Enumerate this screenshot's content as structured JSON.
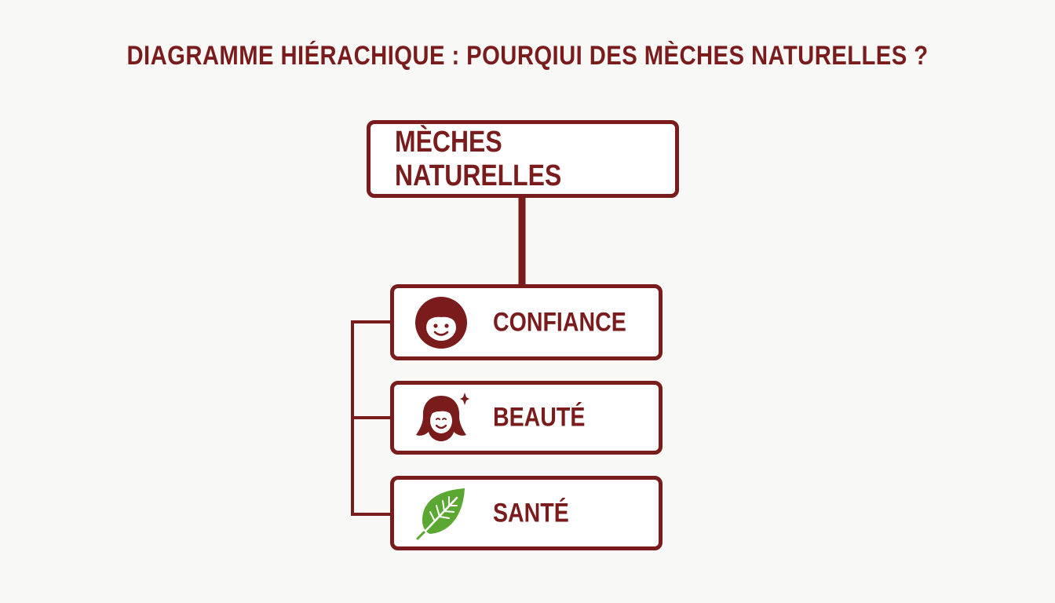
{
  "diagram": {
    "title": "DIAGRAMME HIÉRACHIQUE : POURQIUI DES MÈCHES NATURELLES ?",
    "root": {
      "label": "MÈCHES NATURELLES"
    },
    "children": [
      {
        "label": "CONFIANCE",
        "icon": "smiling-face-icon"
      },
      {
        "label": "BEAUTÉ",
        "icon": "woman-sparkle-icon"
      },
      {
        "label": "SANTÉ",
        "icon": "leaf-icon"
      }
    ]
  },
  "colors": {
    "primary": "#7a1c1c",
    "background": "#f8f8f7",
    "node_fill": "#ffffff",
    "leaf_green": "#5aa832"
  }
}
